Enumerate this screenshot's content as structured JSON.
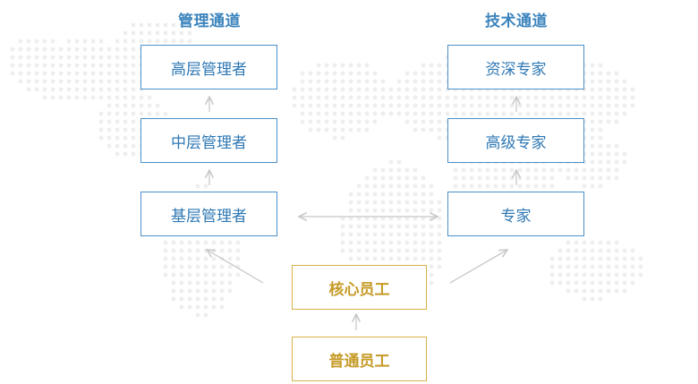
{
  "management": {
    "title": "管理通道",
    "levels": [
      "高层管理者",
      "中层管理者",
      "基层管理者"
    ]
  },
  "technical": {
    "title": "技术通道",
    "levels": [
      "资深专家",
      "高级专家",
      "专家"
    ]
  },
  "core": {
    "core_staff": "核心员工",
    "regular_staff": "普通员工"
  },
  "colors": {
    "blue": "#3c84bd",
    "gold": "#c59a25",
    "arrow": "#c8c8c8",
    "map_dots": "#eeeeee"
  }
}
